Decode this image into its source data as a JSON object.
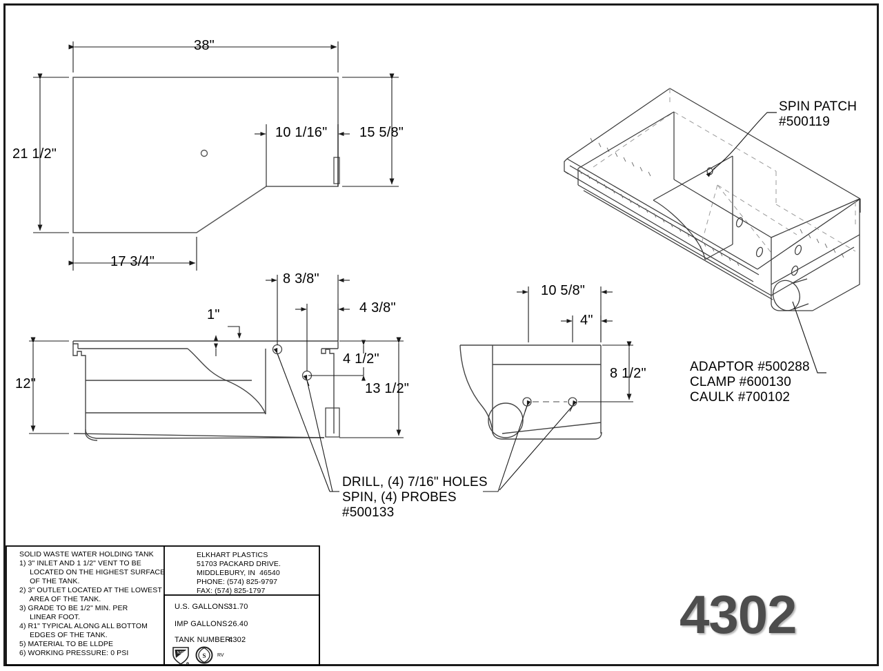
{
  "sheet": {
    "drawing_number": "4302",
    "border_color": "#000000",
    "line_color": "#1a1a1a",
    "number_color": "#4d4d4d"
  },
  "top_view": {
    "dims": [
      {
        "label": "38\"",
        "name": "dim-top-width"
      },
      {
        "label": "21 1/2\"",
        "name": "dim-top-height"
      },
      {
        "label": "10 1/16\"",
        "name": "dim-top-notch-width"
      },
      {
        "label": "15 5/8\"",
        "name": "dim-top-right-height"
      },
      {
        "label": "17 3/4\"",
        "name": "dim-top-bottom-width"
      }
    ]
  },
  "front_view": {
    "dims": [
      {
        "label": "12\"",
        "name": "dim-front-height"
      },
      {
        "label": "1\"",
        "name": "dim-front-lip"
      },
      {
        "label": "8 3/8\"",
        "name": "dim-front-hole-1"
      },
      {
        "label": "4 3/8\"",
        "name": "dim-front-hole-2"
      },
      {
        "label": "4 1/2\"",
        "name": "dim-front-hole-drop"
      },
      {
        "label": "13 1/2\"",
        "name": "dim-front-total-height"
      }
    ]
  },
  "side_view": {
    "dims": [
      {
        "label": "10 5/8\"",
        "name": "dim-side-width-1"
      },
      {
        "label": "4\"",
        "name": "dim-side-width-2"
      },
      {
        "label": "8 1/2\"",
        "name": "dim-side-height"
      }
    ]
  },
  "callouts": {
    "spin_patch": [
      "SPIN PATCH",
      "#500119"
    ],
    "drill": [
      "DRILL, (4) 7/16\" HOLES",
      "SPIN, (4) PROBES",
      "#500133"
    ],
    "adaptor": [
      "ADAPTOR #500288",
      "CLAMP #600130",
      "CAULK #700102"
    ]
  },
  "notes": {
    "title": "SOLID WASTE WATER HOLDING TANK",
    "lines": [
      "1) 3\" INLET AND 1 1/2\" VENT TO BE",
      "     LOCATED ON THE HIGHEST SURFACE",
      "     OF THE TANK.",
      "2) 3\" OUTLET LOCATED AT THE LOWEST",
      "     AREA OF THE TANK.",
      "3) GRADE TO BE 1/2\" MIN. PER",
      "     LINEAR FOOT.",
      "4) R1\" TYPICAL ALONG ALL BOTTOM",
      "     EDGES OF THE TANK.",
      "5) MATERIAL TO BE LLDPE",
      "6) WORKING PRESSURE: 0 PSI"
    ]
  },
  "company": {
    "lines": [
      "ELKHART PLASTICS",
      "51703 PACKARD DRIVE.",
      "MIDDLEBURY, IN  46540",
      "PHONE: (574) 825-9797",
      "FAX: (574) 825-1797"
    ]
  },
  "title_block": {
    "rows": [
      {
        "label": "U.S. GALLONS:",
        "value": "31.70",
        "name": "us-gallons"
      },
      {
        "label": "IMP GALLONS:",
        "value": "26.40",
        "name": "imp-gallons"
      },
      {
        "label": "TANK NUMBER:",
        "value": "4302",
        "name": "tank-number"
      }
    ],
    "cert_text": "RV"
  }
}
